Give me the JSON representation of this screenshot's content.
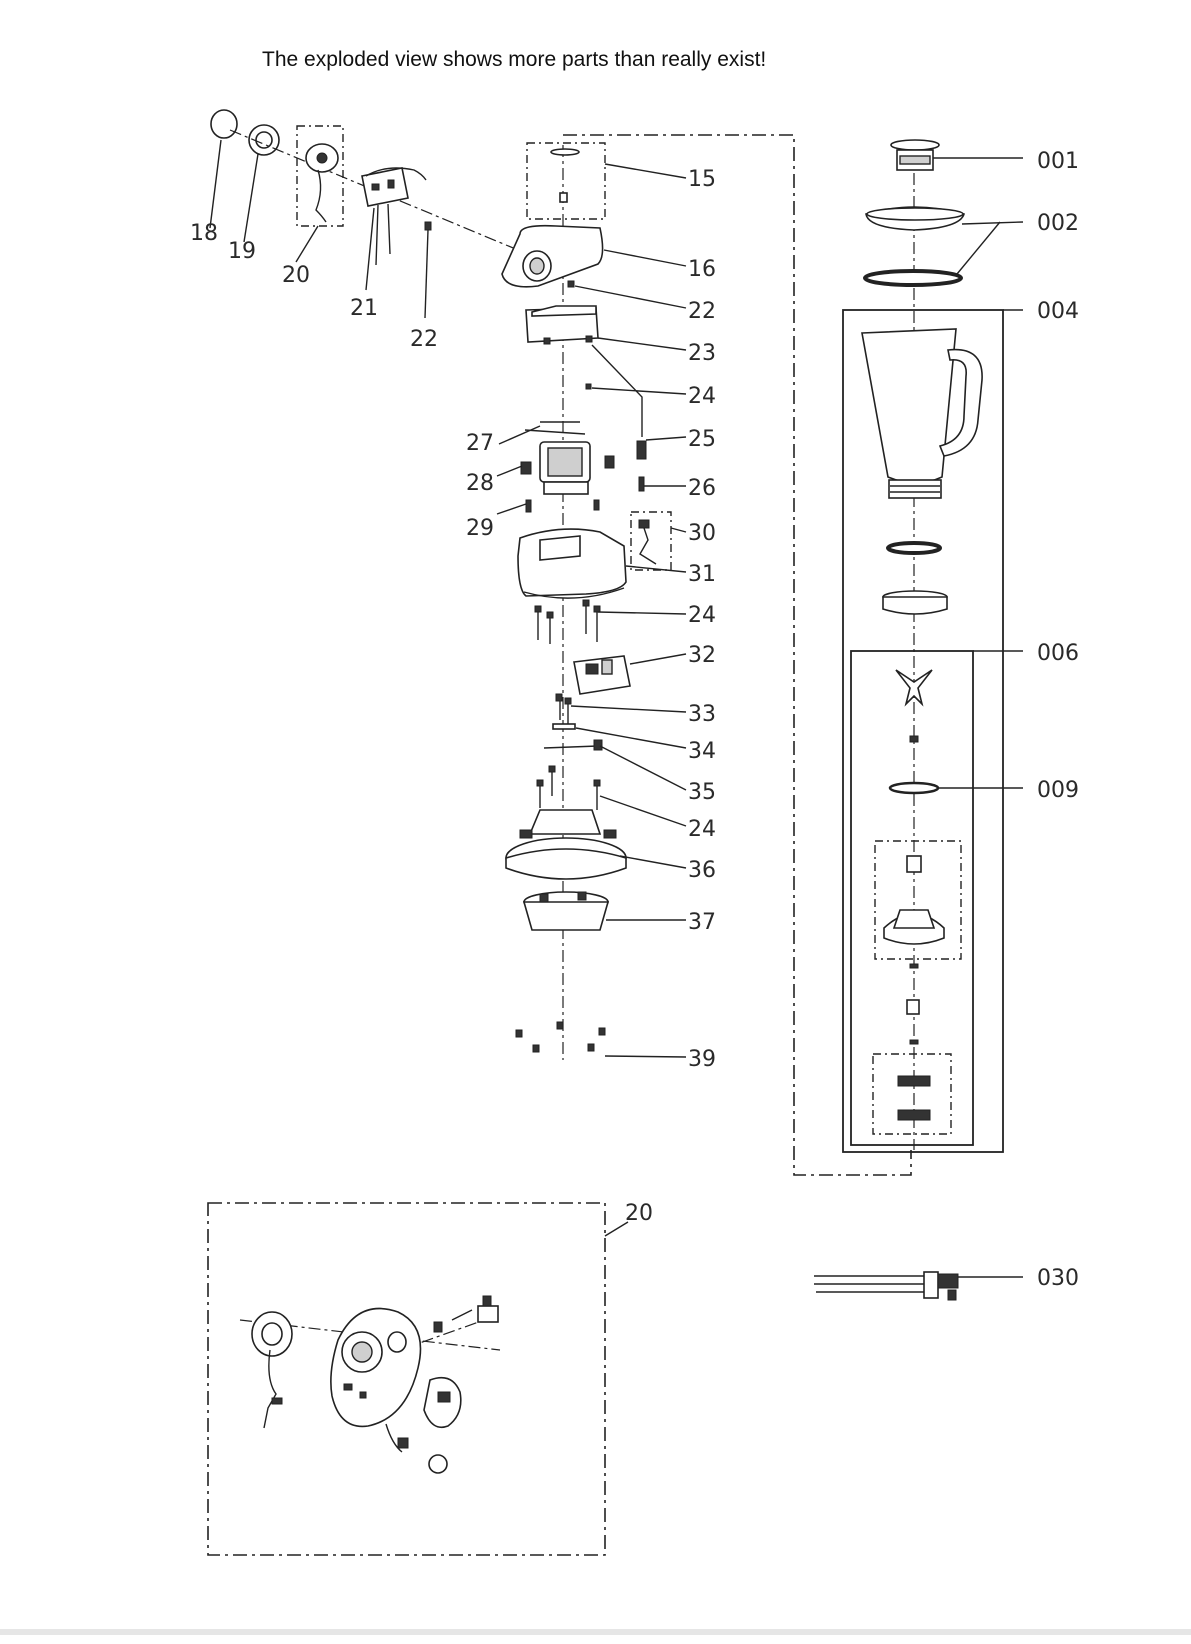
{
  "caption": "The exploded view shows more parts than really exist!",
  "labels": {
    "l15": "15",
    "l16": "16",
    "l18": "18",
    "l19": "19",
    "l20a": "20",
    "l20b": "20",
    "l21": "21",
    "l22a": "22",
    "l22b": "22",
    "l23": "23",
    "l24a": "24",
    "l24b": "24",
    "l24c": "24",
    "l25": "25",
    "l26": "26",
    "l27": "27",
    "l28": "28",
    "l29": "29",
    "l30": "30",
    "l31": "31",
    "l32": "32",
    "l33": "33",
    "l34": "34",
    "l35": "35",
    "l36": "36",
    "l37": "37",
    "l39": "39",
    "l001": "001",
    "l002": "002",
    "l004": "004",
    "l006": "006",
    "l009": "009",
    "l030": "030"
  }
}
